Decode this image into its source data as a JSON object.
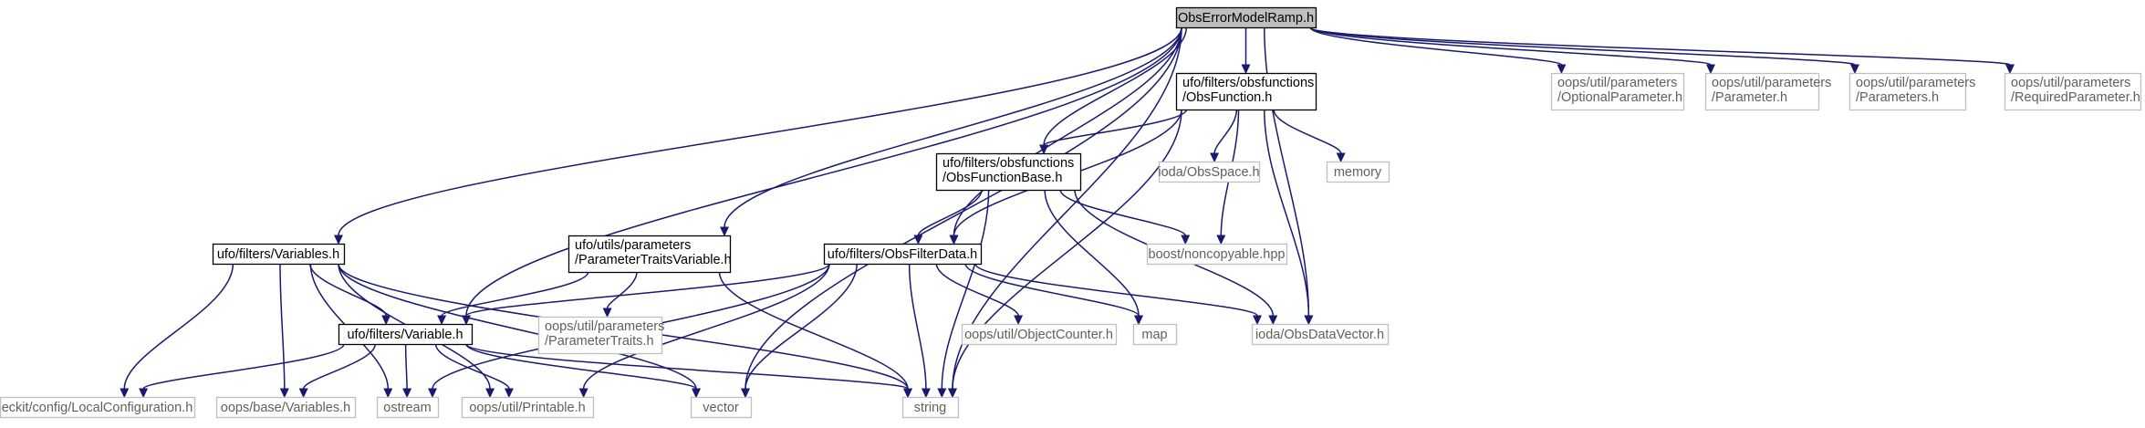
{
  "graph": {
    "nodes": [
      {
        "id": "root",
        "lines": [
          "ObsErrorModelRamp.h"
        ],
        "kind": "root"
      },
      {
        "id": "vars",
        "lines": [
          "ufo/filters/Variables.h"
        ],
        "kind": "documented"
      },
      {
        "id": "ptv",
        "lines": [
          "ufo/utils/parameters",
          "/ParameterTraitsVariable.h"
        ],
        "kind": "documented"
      },
      {
        "id": "var",
        "lines": [
          "ufo/filters/Variable.h"
        ],
        "kind": "documented"
      },
      {
        "id": "ofd",
        "lines": [
          "ufo/filters/ObsFilterData.h"
        ],
        "kind": "documented"
      },
      {
        "id": "ofb",
        "lines": [
          "ufo/filters/obsfunctions",
          "/ObsFunctionBase.h"
        ],
        "kind": "documented"
      },
      {
        "id": "of",
        "lines": [
          "ufo/filters/obsfunctions",
          "/ObsFunction.h"
        ],
        "kind": "documented"
      },
      {
        "id": "lconf",
        "lines": [
          "eckit/config/LocalConfiguration.h"
        ],
        "kind": "external"
      },
      {
        "id": "obvars",
        "lines": [
          "oops/base/Variables.h"
        ],
        "kind": "external"
      },
      {
        "id": "ostream",
        "lines": [
          "ostream"
        ],
        "kind": "external"
      },
      {
        "id": "printable",
        "lines": [
          "oops/util/Printable.h"
        ],
        "kind": "external"
      },
      {
        "id": "vector",
        "lines": [
          "vector"
        ],
        "kind": "external"
      },
      {
        "id": "string",
        "lines": [
          "string"
        ],
        "kind": "external"
      },
      {
        "id": "ptraits",
        "lines": [
          "oops/util/parameters",
          "/ParameterTraits.h"
        ],
        "kind": "external"
      },
      {
        "id": "objcnt",
        "lines": [
          "oops/util/ObjectCounter.h"
        ],
        "kind": "external"
      },
      {
        "id": "map",
        "lines": [
          "map"
        ],
        "kind": "external"
      },
      {
        "id": "odv",
        "lines": [
          "ioda/ObsDataVector.h"
        ],
        "kind": "external"
      },
      {
        "id": "noncopy",
        "lines": [
          "boost/noncopyable.hpp"
        ],
        "kind": "external"
      },
      {
        "id": "obsspace",
        "lines": [
          "ioda/ObsSpace.h"
        ],
        "kind": "external"
      },
      {
        "id": "memory",
        "lines": [
          "memory"
        ],
        "kind": "external"
      },
      {
        "id": "optp",
        "lines": [
          "oops/util/parameters",
          "/OptionalParameter.h"
        ],
        "kind": "external"
      },
      {
        "id": "param",
        "lines": [
          "oops/util/parameters",
          "/Parameter.h"
        ],
        "kind": "external"
      },
      {
        "id": "params",
        "lines": [
          "oops/util/parameters",
          "/Parameters.h"
        ],
        "kind": "external"
      },
      {
        "id": "reqp",
        "lines": [
          "oops/util/parameters",
          "/RequiredParameter.h"
        ],
        "kind": "external"
      }
    ],
    "edges": [
      [
        "root",
        "vars"
      ],
      [
        "root",
        "ptv"
      ],
      [
        "root",
        "var"
      ],
      [
        "root",
        "vector"
      ],
      [
        "root",
        "ofd"
      ],
      [
        "root",
        "ofb"
      ],
      [
        "root",
        "of"
      ],
      [
        "root",
        "odv"
      ],
      [
        "root",
        "string"
      ],
      [
        "root",
        "optp"
      ],
      [
        "root",
        "param"
      ],
      [
        "root",
        "params"
      ],
      [
        "root",
        "reqp"
      ],
      [
        "vars",
        "lconf"
      ],
      [
        "vars",
        "obvars"
      ],
      [
        "vars",
        "ostream"
      ],
      [
        "vars",
        "printable"
      ],
      [
        "vars",
        "vector"
      ],
      [
        "vars",
        "string"
      ],
      [
        "vars",
        "var"
      ],
      [
        "ptv",
        "var"
      ],
      [
        "ptv",
        "ptraits"
      ],
      [
        "ptv",
        "string"
      ],
      [
        "var",
        "lconf"
      ],
      [
        "var",
        "obvars"
      ],
      [
        "var",
        "ostream"
      ],
      [
        "var",
        "printable"
      ],
      [
        "var",
        "vector"
      ],
      [
        "var",
        "string"
      ],
      [
        "ofd",
        "var"
      ],
      [
        "ofd",
        "ostream"
      ],
      [
        "ofd",
        "printable"
      ],
      [
        "ofd",
        "vector"
      ],
      [
        "ofd",
        "string"
      ],
      [
        "ofd",
        "objcnt"
      ],
      [
        "ofd",
        "map"
      ],
      [
        "ofd",
        "odv"
      ],
      [
        "ofb",
        "ofd"
      ],
      [
        "ofb",
        "map"
      ],
      [
        "ofb",
        "string"
      ],
      [
        "ofb",
        "odv"
      ],
      [
        "ofb",
        "noncopy"
      ],
      [
        "of",
        "ofb"
      ],
      [
        "of",
        "ofd"
      ],
      [
        "of",
        "obsspace"
      ],
      [
        "of",
        "noncopy"
      ],
      [
        "of",
        "memory"
      ],
      [
        "of",
        "odv"
      ],
      [
        "of",
        "string"
      ]
    ]
  }
}
